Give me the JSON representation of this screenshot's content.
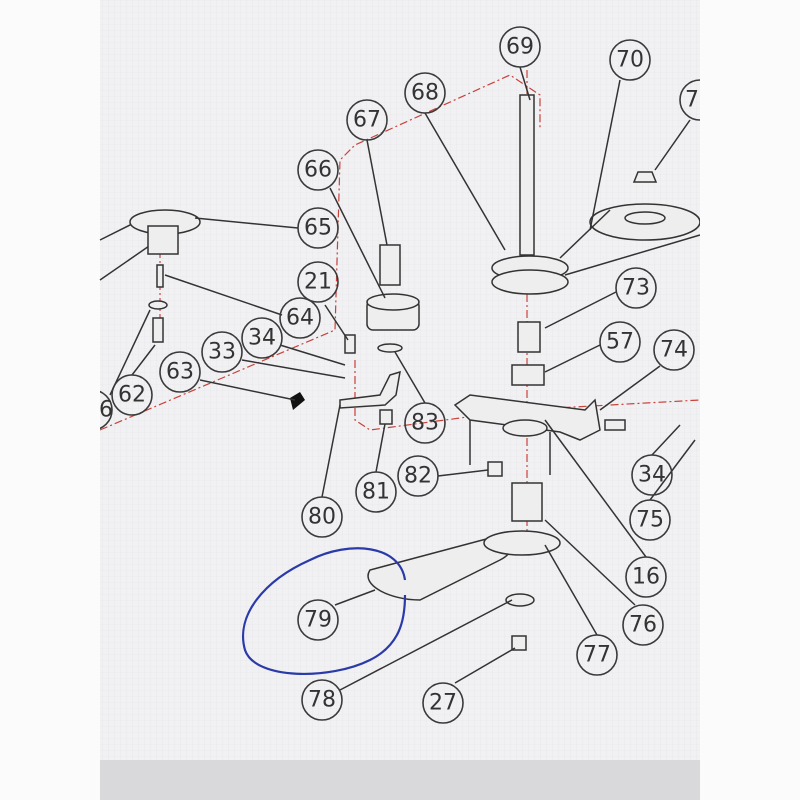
{
  "diagram": {
    "callouts": [
      "69",
      "70",
      "7",
      "68",
      "67",
      "66",
      "65",
      "21",
      "64",
      "34",
      "33",
      "63",
      "62",
      "6",
      "73",
      "57",
      "74",
      "83",
      "82",
      "81",
      "80",
      "34",
      "75",
      "16",
      "76",
      "77",
      "79",
      "78",
      "27"
    ],
    "highlighted_callout": "79",
    "highlight_color": "#2a3aa8",
    "outline_color": "#c9423a"
  }
}
